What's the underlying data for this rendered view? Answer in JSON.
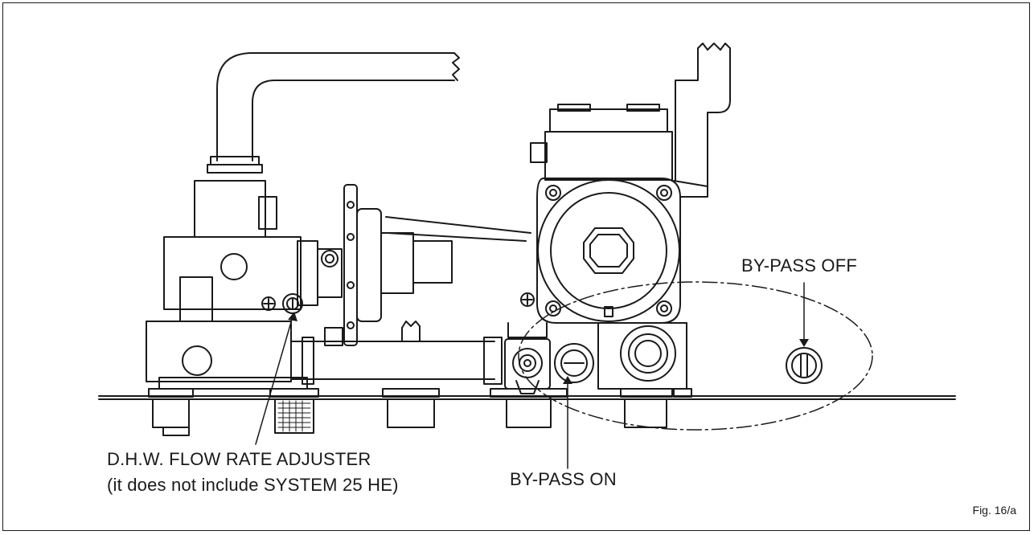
{
  "labels": {
    "dhw_flow_rate_adjuster": "D.H.W. FLOW RATE ADJUSTER",
    "dhw_note": "(it does not include SYSTEM 25 HE)",
    "bypass_on": "BY-PASS ON",
    "bypass_off": "BY-PASS OFF",
    "figure_number": "Fig. 16/a"
  },
  "colors": {
    "line": "#1a1a1a",
    "background": "#ffffff"
  }
}
